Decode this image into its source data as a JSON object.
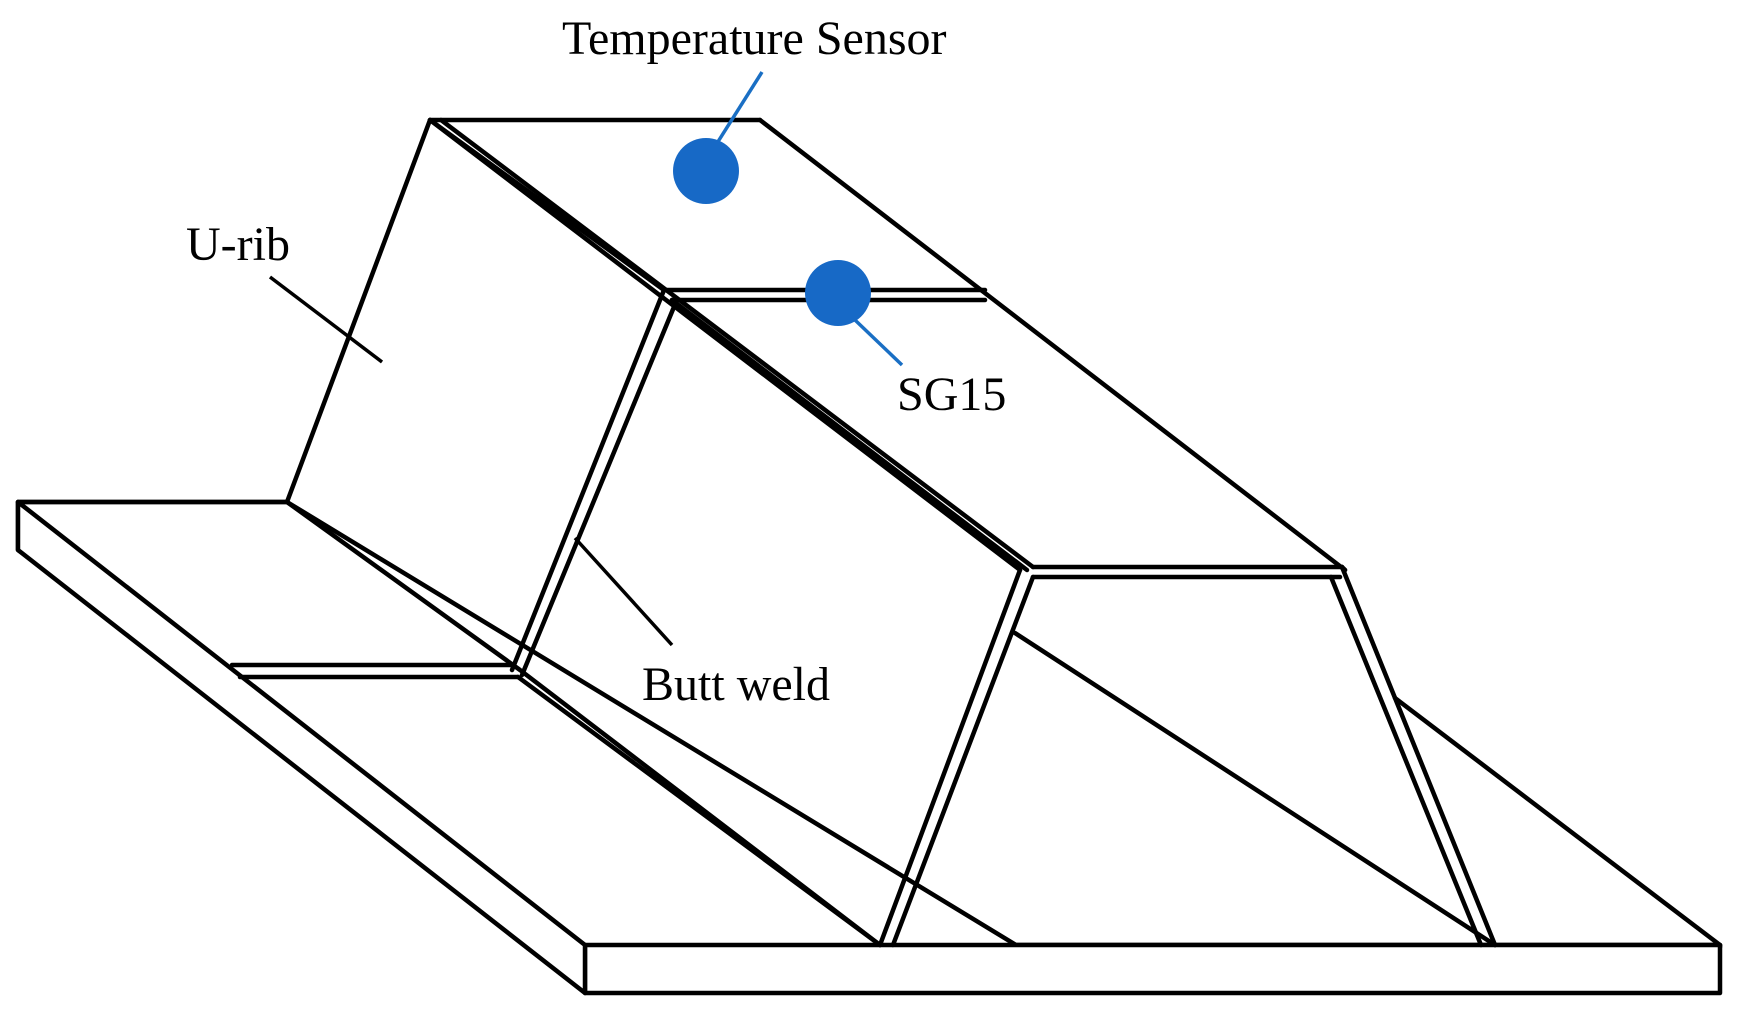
{
  "labels": {
    "temperature_sensor": "Temperature Sensor",
    "u_rib": "U-rib",
    "sg15": "SG15",
    "butt_weld": "Butt weld"
  },
  "colors": {
    "marker": "#1769c6",
    "leader": "#1a6fc4",
    "line": "#000000",
    "background": "#ffffff"
  }
}
